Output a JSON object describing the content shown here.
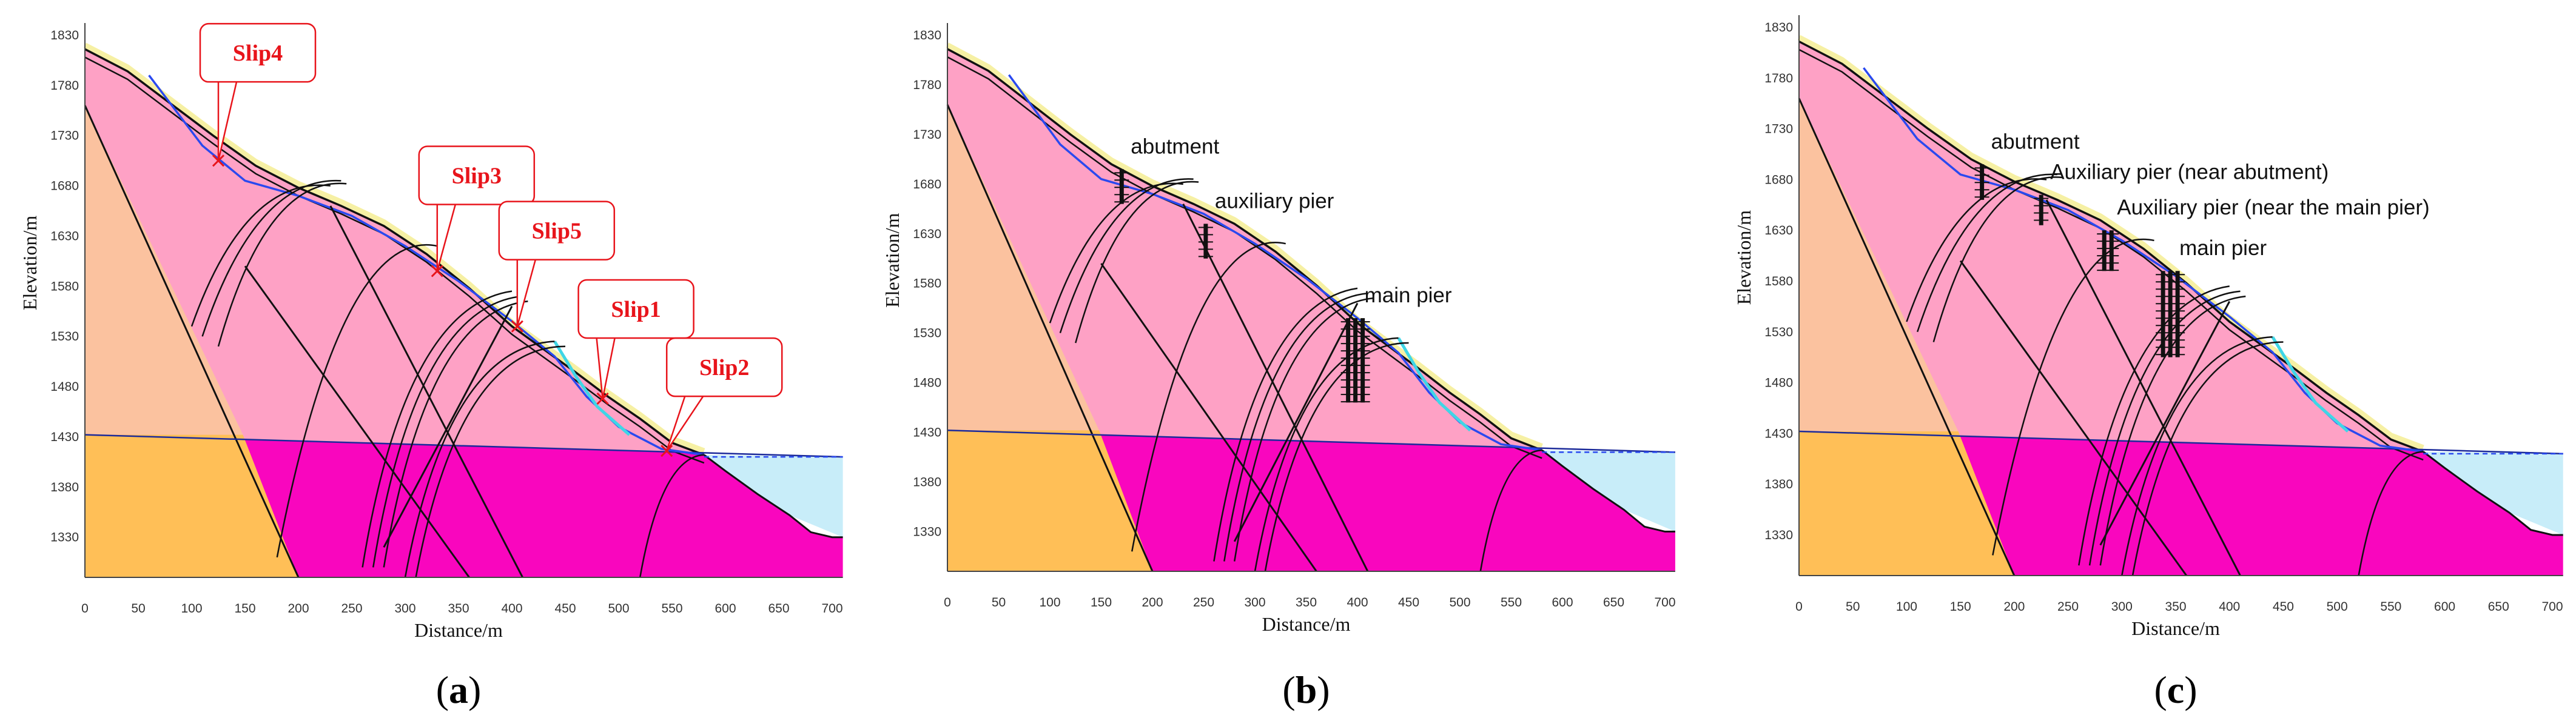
{
  "panels": [
    {
      "id": "a",
      "label_letter": "a",
      "x_axis_label": "Distance/m",
      "y_axis_label": "Elevation/m",
      "x_ticks": [
        "0",
        "50",
        "100",
        "150",
        "200",
        "250",
        "300",
        "350",
        "400",
        "450",
        "500",
        "550",
        "600",
        "650",
        "700"
      ],
      "y_ticks": [
        "1830",
        "1780",
        "1730",
        "1680",
        "1630",
        "1580",
        "1530",
        "1480",
        "1430",
        "1380",
        "1330"
      ],
      "slips": [
        {
          "label": "Slip4",
          "at": [
            125,
            1705
          ]
        },
        {
          "label": "Slip3",
          "at": [
            330,
            1595
          ]
        },
        {
          "label": "Slip5",
          "at": [
            405,
            1540
          ]
        },
        {
          "label": "Slip1",
          "at": [
            485,
            1468
          ]
        },
        {
          "label": "Slip2",
          "at": [
            545,
            1416
          ]
        }
      ],
      "structures": []
    },
    {
      "id": "b",
      "label_letter": "b",
      "x_axis_label": "Distance/m",
      "y_axis_label": "Elevation/m",
      "x_ticks": [
        "0",
        "50",
        "100",
        "150",
        "200",
        "250",
        "300",
        "350",
        "400",
        "450",
        "500",
        "550",
        "600",
        "650",
        "700"
      ],
      "y_ticks": [
        "1830",
        "1780",
        "1730",
        "1680",
        "1630",
        "1580",
        "1530",
        "1480",
        "1430",
        "1380",
        "1330"
      ],
      "slips": [],
      "structures": [
        {
          "label": "abutment",
          "x": 170,
          "top": 1695,
          "bottom": 1660,
          "cols": 1
        },
        {
          "label": "auxiliary pier",
          "x": 252,
          "top": 1640,
          "bottom": 1605,
          "cols": 1
        },
        {
          "label": "main pier",
          "x": 398,
          "top": 1545,
          "bottom": 1460,
          "cols": 3
        }
      ]
    },
    {
      "id": "c",
      "label_letter": "c",
      "x_axis_label": "Distance/m",
      "y_axis_label": "Elevation/m",
      "x_ticks": [
        "0",
        "50",
        "100",
        "150",
        "200",
        "250",
        "300",
        "350",
        "400",
        "450",
        "500",
        "550",
        "600",
        "650",
        "700"
      ],
      "y_ticks": [
        "1830",
        "1780",
        "1730",
        "1680",
        "1630",
        "1580",
        "1530",
        "1480",
        "1430",
        "1380",
        "1330"
      ],
      "slips": [],
      "structures": [
        {
          "label": "abutment",
          "x": 170,
          "top": 1695,
          "bottom": 1660,
          "cols": 1
        },
        {
          "label": "Auxiliary pier (near abutment)",
          "x": 225,
          "top": 1665,
          "bottom": 1635,
          "cols": 1
        },
        {
          "label": "Auxiliary pier (near the main pier)",
          "x": 287,
          "top": 1630,
          "bottom": 1590,
          "cols": 2
        },
        {
          "label": "main pier",
          "x": 345,
          "top": 1590,
          "bottom": 1505,
          "cols": 3
        }
      ]
    }
  ],
  "colors": {
    "bedrock_left": "#fbc29f",
    "bedrock_left_lower": "#ffbf57",
    "slope_body": "#fea1c5",
    "lower_stratum": "#f906be",
    "water": "#c8edf9",
    "surface_band": "#f6f0a4",
    "slip_surface": "#2a49ef",
    "water_level": "#2a49ef",
    "callout": "#e8141b"
  }
}
